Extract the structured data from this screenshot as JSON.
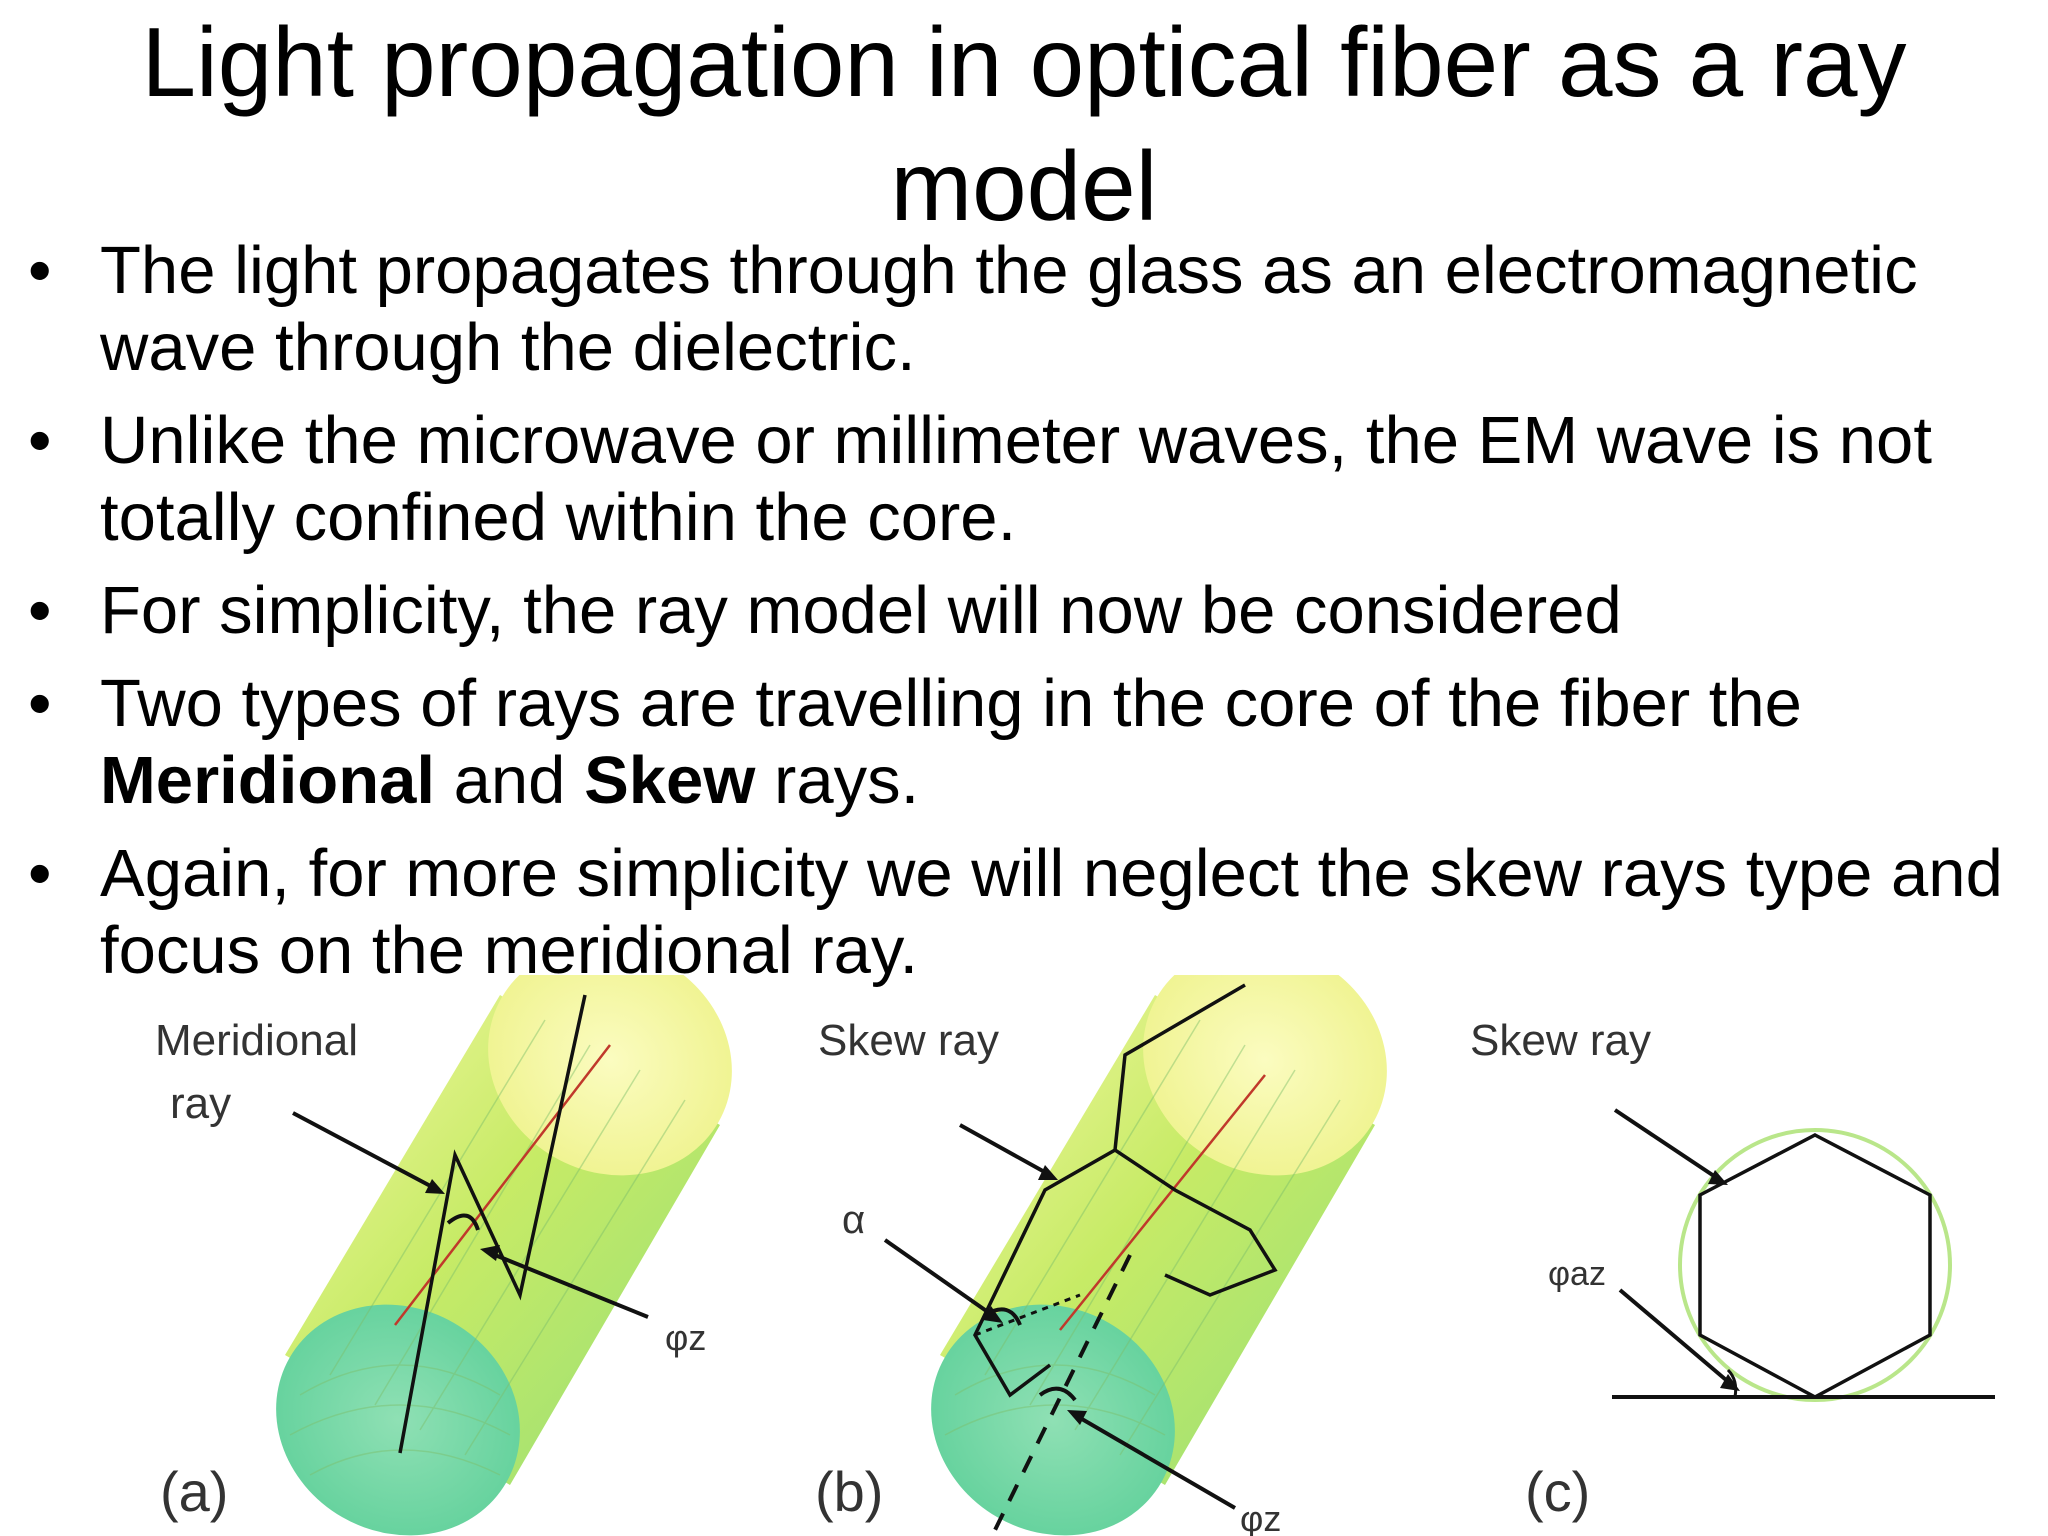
{
  "slide": {
    "title": "Light propagation in optical fiber as a ray model",
    "bullets": [
      {
        "parts": [
          {
            "text": "The light propagates through the glass as an electromagnetic wave through the dielectric.",
            "bold": false
          }
        ]
      },
      {
        "parts": [
          {
            "text": "Unlike the microwave or millimeter waves, the EM wave is not totally confined within the core.",
            "bold": false
          }
        ]
      },
      {
        "parts": [
          {
            "text": "For simplicity, the ray model will now be considered",
            "bold": false
          }
        ]
      },
      {
        "parts": [
          {
            "text": "Two types of rays are travelling in the core of the fiber the ",
            "bold": false
          },
          {
            "text": "Meridional",
            "bold": true
          },
          {
            "text": " and ",
            "bold": false
          },
          {
            "text": "Skew",
            "bold": true
          },
          {
            "text": " rays.",
            "bold": false
          }
        ]
      },
      {
        "parts": [
          {
            "text": "Again, for more simplicity we will neglect the skew rays type and focus on the meridional ray.",
            "bold": false
          }
        ]
      }
    ]
  },
  "figure": {
    "panel_a": {
      "label_line1": "Meridional",
      "label_line2": "ray",
      "angle_label": "φz",
      "panel_letter": "(a)"
    },
    "panel_b": {
      "label": "Skew ray",
      "alpha_label": "α",
      "angle_label": "φz",
      "panel_letter": "(b)"
    },
    "panel_c": {
      "label": "Skew ray",
      "angle_label": "φaz",
      "panel_letter": "(c)"
    }
  },
  "colors": {
    "cylinder_top": "#f3f59a",
    "cylinder_mid": "#b9e65a",
    "cylinder_end": "#6fd6a0",
    "ray": "#111111",
    "axis_line": "#c0392b"
  }
}
